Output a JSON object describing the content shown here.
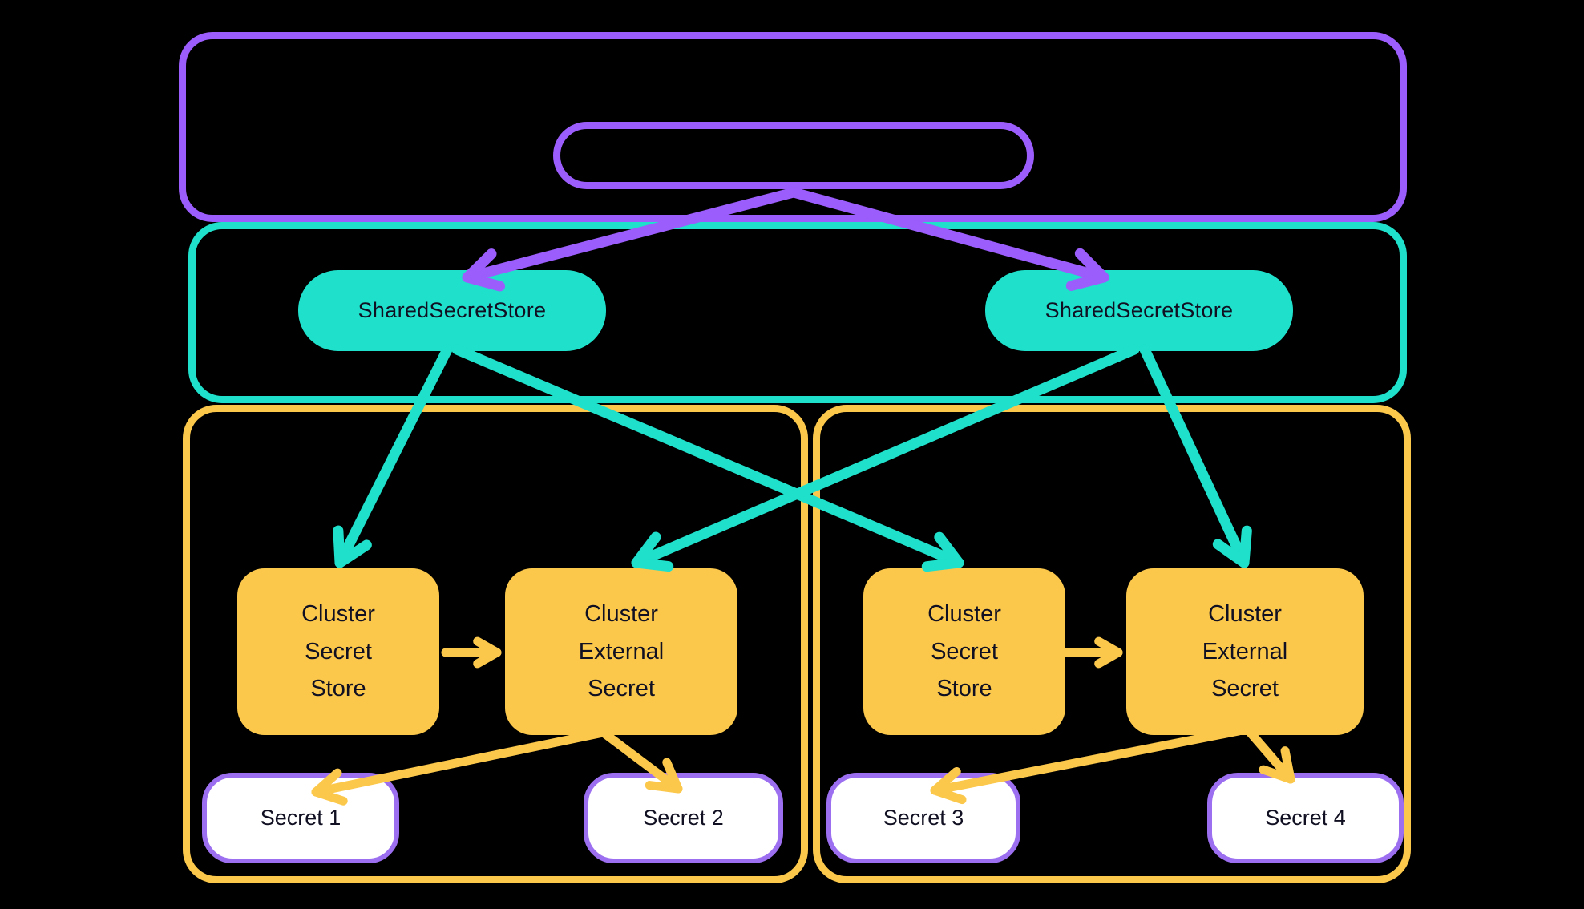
{
  "colors": {
    "purple": "#9b5dfb",
    "teal": "#1fe0ca",
    "yellow": "#fbc84c",
    "secret_border": "#9c6ff0",
    "text_dark": "#101022",
    "background": "#000000",
    "secret_bg": "#ffffff"
  },
  "nodes": {
    "shared_secret_store_left": "SharedSecretStore",
    "shared_secret_store_right": "SharedSecretStore",
    "cluster_secret_store_left": [
      "Cluster",
      "Secret",
      "Store"
    ],
    "cluster_external_secret_left": [
      "Cluster",
      "External",
      "Secret"
    ],
    "cluster_secret_store_right": [
      "Cluster",
      "Secret",
      "Store"
    ],
    "cluster_external_secret_right": [
      "Cluster",
      "External",
      "Secret"
    ],
    "secrets": [
      "Secret 1",
      "Secret 2",
      "Secret 3",
      "Secret 4"
    ]
  }
}
